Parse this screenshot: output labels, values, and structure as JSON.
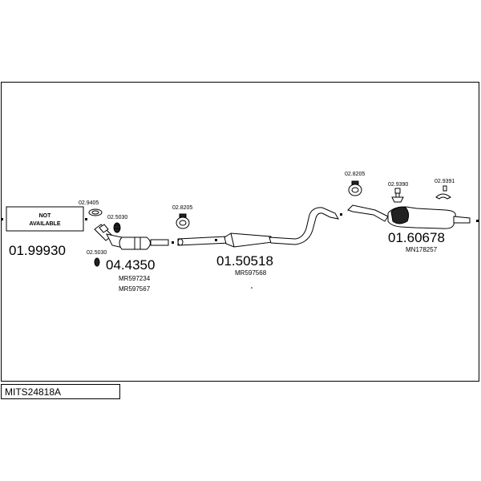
{
  "not_available": {
    "line1": "NOT",
    "line2": "AVAILABLE"
  },
  "parts": {
    "manifold_part": "01.99930",
    "catalyst_part": "04.4350",
    "catalyst_oem_1": "MR597234",
    "catalyst_oem_2": "MR597567",
    "middle_part": "01.50518",
    "middle_oem": "MR597568",
    "rear_part": "01.60678",
    "rear_oem": "MN178257"
  },
  "fittings": {
    "f1": "02.9405",
    "f2": "02.5030",
    "f3": "02.5030",
    "f4": "02.8205",
    "f5": "02.8205",
    "f6": "02.9390",
    "f7": "02.9391"
  },
  "system_code": "MITS24818A"
}
